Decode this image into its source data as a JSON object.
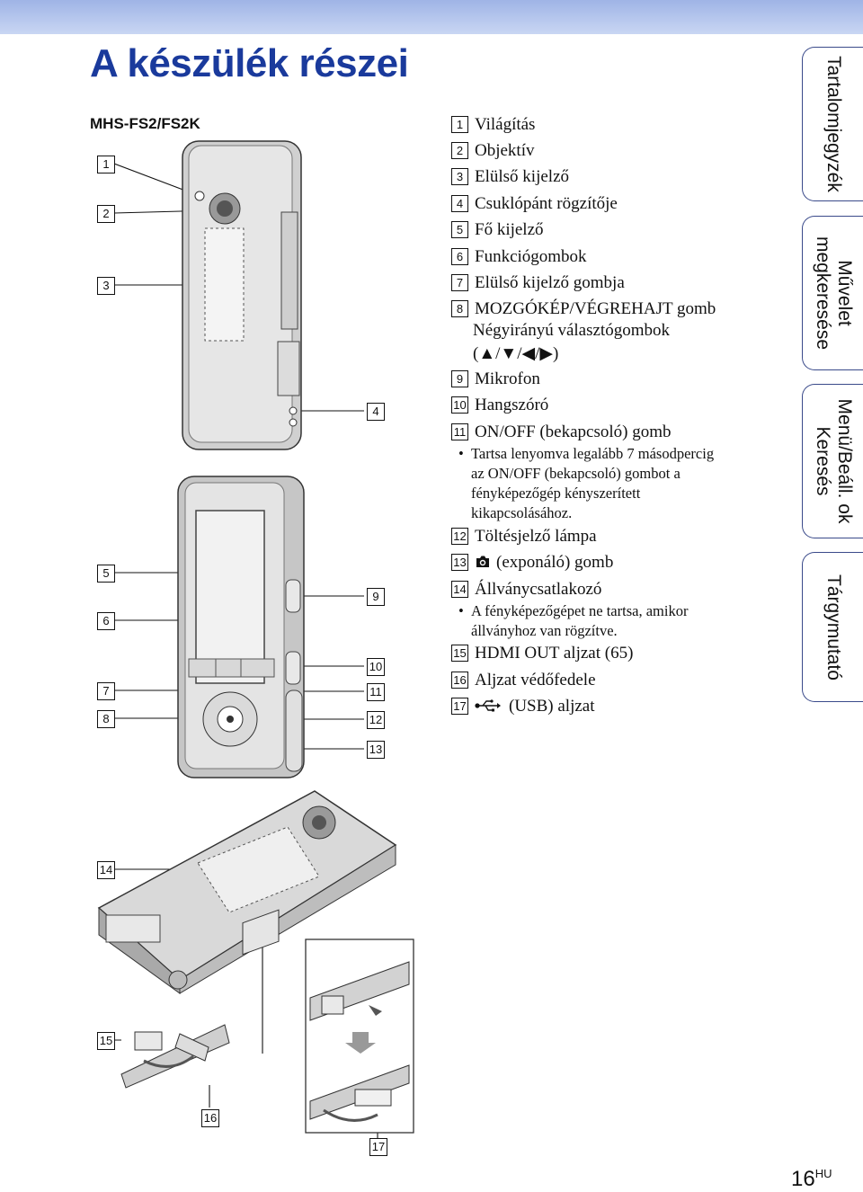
{
  "page": {
    "title": "A készülék részei",
    "model": "MHS-FS2/FS2K",
    "number": "16",
    "lang": "HU"
  },
  "side_tabs": [
    {
      "label": "Tartalomjegyzék"
    },
    {
      "label": "Művelet\nmegkeresése"
    },
    {
      "label": "Menü/Beáll. ok\nKeresés"
    },
    {
      "label": "Tárgymutató"
    }
  ],
  "parts": [
    {
      "num": "1",
      "label": "Világítás"
    },
    {
      "num": "2",
      "label": "Objektív"
    },
    {
      "num": "3",
      "label": "Elülső kijelző"
    },
    {
      "num": "4",
      "label": "Csuklópánt rögzítője"
    },
    {
      "num": "5",
      "label": "Fő kijelző"
    },
    {
      "num": "6",
      "label": "Funkciógombok"
    },
    {
      "num": "7",
      "label": "Elülső kijelző gombja"
    },
    {
      "num": "8",
      "label": "MOZGÓKÉP/VÉGREHAJT gomb",
      "extra": [
        "Négyirányú választógombok",
        "(▲/▼/◀/▶)"
      ]
    },
    {
      "num": "9",
      "label": "Mikrofon"
    },
    {
      "num": "10",
      "label": "Hangszóró"
    },
    {
      "num": "11",
      "label": "ON/OFF (bekapcsoló) gomb",
      "notes": [
        "Tartsa lenyomva legalább 7 másodpercig",
        "az ON/OFF (bekapcsoló) gombot a",
        "fényképezőgép kényszerített",
        "kikapcsolásához."
      ]
    },
    {
      "num": "12",
      "label": "Töltésjelző lámpa"
    },
    {
      "num": "13",
      "label": "(exponáló) gomb",
      "icon": "camera-icon"
    },
    {
      "num": "14",
      "label": "Állványcsatlakozó",
      "notes": [
        "A fényképezőgépet ne tartsa, amikor",
        "állványhoz van rögzítve."
      ]
    },
    {
      "num": "15",
      "label": "HDMI OUT aljzat (65)"
    },
    {
      "num": "16",
      "label": "Aljzat védőfedele"
    },
    {
      "num": "17",
      "label": "(USB) aljzat",
      "icon": "usb-icon"
    }
  ],
  "callouts": [
    "1",
    "2",
    "3",
    "4",
    "5",
    "6",
    "7",
    "8",
    "9",
    "10",
    "11",
    "12",
    "13",
    "14",
    "15",
    "16",
    "17"
  ]
}
